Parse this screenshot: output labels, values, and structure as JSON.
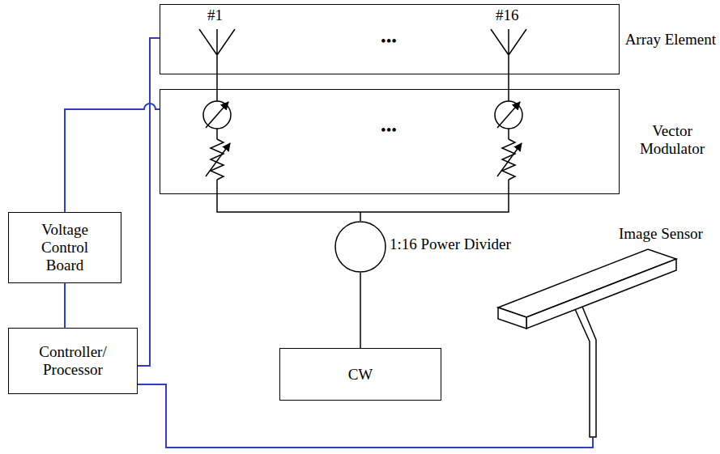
{
  "diagram": {
    "nodes": [
      {
        "text": [
          "Array Element"
        ]
      },
      {
        "text": [
          "Vector Modulator"
        ]
      },
      {
        "text": [
          "1:16 Power Divider"
        ]
      },
      {
        "text": [
          "CW"
        ]
      },
      {
        "text": [
          "Voltage Control Board"
        ]
      },
      {
        "text": [
          "Controller/ Processor"
        ]
      }
    ],
    "edges": [
      {
        "from": 1,
        "to": 0,
        "arrow": "none"
      },
      {
        "from": 2,
        "to": 1,
        "arrow": "none"
      },
      {
        "from": 3,
        "to": 2,
        "arrow": "none"
      },
      {
        "from": 5,
        "to": 4,
        "arrow": "none"
      },
      {
        "from": 4,
        "to": 1,
        "arrow": "none"
      },
      {
        "from": 5,
        "to": 0,
        "arrow": "none"
      }
    ],
    "labels": [
      "#1",
      "#16",
      "•••",
      "•••",
      "Image Sensor"
    ]
  }
}
